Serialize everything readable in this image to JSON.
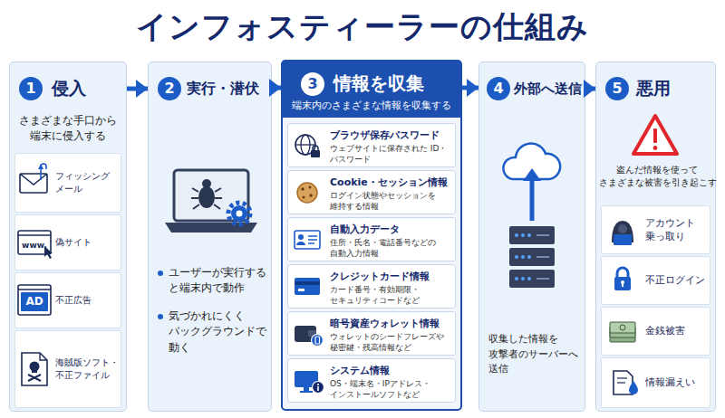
{
  "diagram": {
    "title": "インフォスティーラーの仕組み",
    "nodes": [
      {
        "text": [
          "1",
          "侵入",
          "さまざまな手口から 端末に侵入する"
        ]
      },
      {
        "text": [
          "フィッシング メール"
        ],
        "in": 0
      },
      {
        "text": [
          "偽サイト"
        ],
        "in": 0
      },
      {
        "text": [
          "不正広告"
        ],
        "in": 0
      },
      {
        "text": [
          "海賊版ソフト・ 不正ファイル"
        ],
        "in": 0
      },
      {
        "text": [
          "2",
          "実行・潜伏",
          "ユーザーが実行する と端末内で動作",
          "気づかれにくく バックグラウンドで 動く"
        ]
      },
      {
        "text": [
          "3",
          "情報を収集",
          "端末内のさまざまな情報を収集する"
        ]
      },
      {
        "text": [
          "ブラウザ保存パスワード",
          "ウェブサイトに保存された ID・パスワード"
        ],
        "in": 6
      },
      {
        "text": [
          "Cookie・セッション情報",
          "ログイン状態やセッションを 維持する情報"
        ],
        "in": 6
      },
      {
        "text": [
          "自動入力データ",
          "住所・氏名・電話番号などの 自動入力情報"
        ],
        "in": 6
      },
      {
        "text": [
          "クレジットカード情報",
          "カード番号・有効期限・ セキュリティコードなど"
        ],
        "in": 6
      },
      {
        "text": [
          "暗号資産ウォレット情報",
          "ウォレットのシードフレーズや 秘密鍵・残高情報など"
        ],
        "in": 6
      },
      {
        "text": [
          "システム情報",
          "OS・端末名・IPアドレス・ インストールソフトなど"
        ],
        "in": 6
      },
      {
        "text": [
          "4",
          "外部へ送信",
          "収集した情報を 攻撃者のサーバーへ 送信"
        ]
      },
      {
        "text": [
          "5",
          "悪用",
          "盗んだ情報を使って さまざまな被害を引き起こす"
        ]
      },
      {
        "text": [
          "アカウント 乗っ取り"
        ],
        "in": 14
      },
      {
        "text": [
          "不正ログイン"
        ],
        "in": 14
      },
      {
        "text": [
          "金銭被害"
        ],
        "in": 14
      },
      {
        "text": [
          "情報漏えい"
        ],
        "in": 14
      }
    ],
    "edges": [
      {
        "from": 0,
        "to": 5,
        "arrow": "to"
      },
      {
        "from": 5,
        "to": 6,
        "arrow": "to"
      },
      {
        "from": 6,
        "to": 13,
        "arrow": "to"
      },
      {
        "from": 13,
        "to": 14,
        "arrow": "to"
      }
    ],
    "labels": [
      "www.",
      "AD"
    ]
  }
}
